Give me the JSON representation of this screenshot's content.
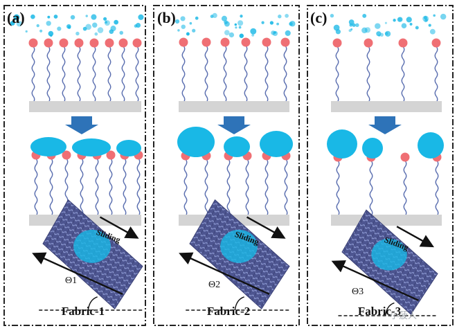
{
  "panels": [
    {
      "label": "(a)",
      "title": "Fabric-1",
      "sliding": "Sliding",
      "angle": "Θ1"
    },
    {
      "label": "(b)",
      "title": "Fabric-2",
      "sliding": "Sliding",
      "angle": "Θ2"
    },
    {
      "label": "(c)",
      "title": "Fabric-3",
      "sliding": "Sliding",
      "angle": "Θ3"
    }
  ],
  "watermark": "小菠人",
  "colors": {
    "droplet": "#19b8e6",
    "head": "#ef6f74",
    "chain": "#5b6fb0",
    "arrow": "#2e73b8",
    "substrate": "#d4d4d4",
    "frame": "#222222"
  }
}
